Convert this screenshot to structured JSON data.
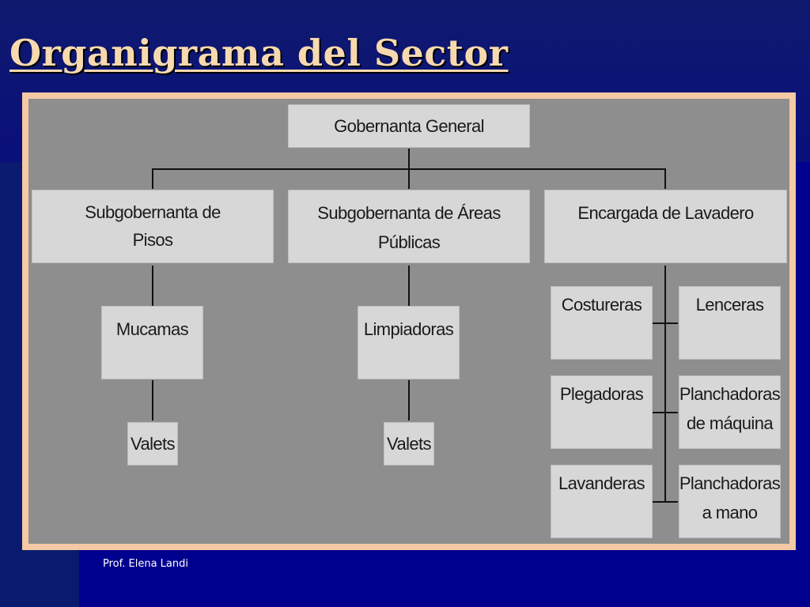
{
  "slide": {
    "title": "Organigrama del Sector",
    "footer": "Prof. Elena Landi"
  },
  "chart": {
    "root": "Gobernanta General",
    "level1": [
      "Subgobernanta de\nPisos",
      "Subgobernanta de Áreas Públicas",
      "Encargada de Lavadero"
    ],
    "pisos": {
      "level2": "Mucamas",
      "level3": "Valets"
    },
    "areas": {
      "level2": "Limpiadoras",
      "level3": "Valets"
    },
    "lavadero": [
      "Costureras",
      "Lenceras",
      "Plegadoras",
      "Planchadoras\nde máquina",
      "Lavanderas",
      "Planchadoras\na mano"
    ]
  },
  "colors": {
    "background": "#00008f",
    "frame": "#f5c9a4",
    "panel": "#8e8e8e",
    "node": "#d7d7d7",
    "title": "#f7d9b0"
  }
}
